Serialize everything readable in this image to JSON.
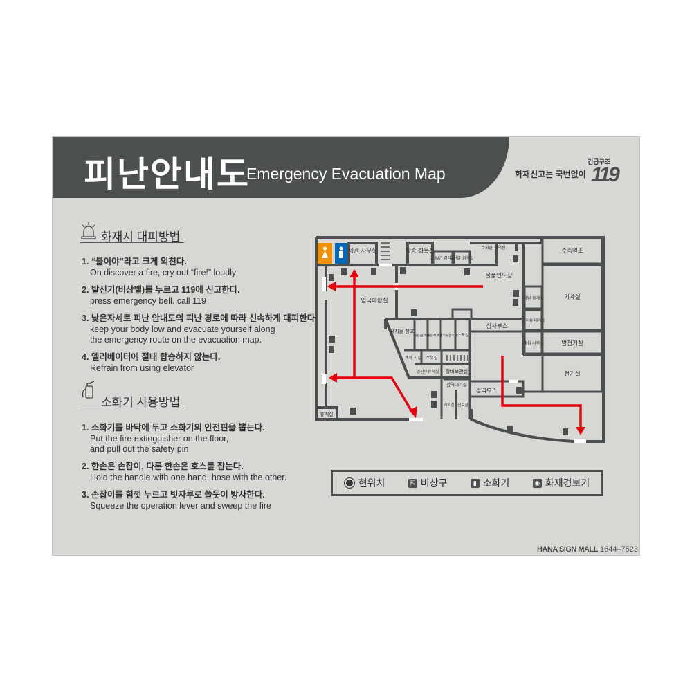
{
  "header": {
    "title_ko": "피난안내도",
    "title_en": "Emergency Evacuation Map",
    "slogan": "화재신고는 국번없이",
    "emergency_label": "긴급구조",
    "emergency_number": "119"
  },
  "colors": {
    "header_bg": "#4b4f50",
    "panel_bg": "#d7d7d3",
    "route": "#e60012",
    "women_restroom": "#f39200",
    "men_restroom": "#0068b7"
  },
  "evacuation": {
    "title": "화재시 대피방법",
    "icon": "siren-icon",
    "steps": [
      {
        "ko": "1. “불이야”라고 크게 외친다.",
        "en": "On discover a fire, cry out “fire!” loudly"
      },
      {
        "ko": "2. 발신기(비상벨)를 누르고 119에 신고한다.",
        "en": "press emergency bell. call 119"
      },
      {
        "ko": "3. 낮은자세로 피난 안내도의 피난 경로에 따라 신속하게 대피한다.",
        "en": "keep your body low and evacuate yourself along\nthe emergency route on the evacuation map."
      },
      {
        "ko": "4. 엘리베이터에 절대 탑승하지 않는다.",
        "en": "Refrain from using elevator"
      }
    ]
  },
  "extinguisher": {
    "title": "소화기 사용방법",
    "icon": "fire-extinguisher-icon",
    "steps": [
      {
        "ko": "1. 소화기를 바닥에 두고 소화기의 안전핀을 뽑는다.",
        "en": "Put the fire extinguisher on the floor,\nand pull out the safety pin"
      },
      {
        "ko": "2. 한손은 손잡이, 다른 한손은 호스를 잡는다.",
        "en": "Hold the handle with one hand, hose with the other."
      },
      {
        "ko": "3. 손잡이를 힘껏 누르고 빗자루로 쓸듯이 방사한다.",
        "en": "Squeeze the operation lever and sweep the fire"
      }
    ]
  },
  "map": {
    "rooms": {
      "customs_office": "세관 사무실",
      "cargo": "탁송 화물실",
      "xray": "X-RAY 검색실",
      "inspection": "수신물 검색실",
      "unloading": "수화물 하역장",
      "baggage_claim": "물품인도장",
      "arrival_hall": "입국대합실",
      "storage": "유치물 창고",
      "customs_search": "세관검색실",
      "customs_office2": "세관사무실",
      "quarantine": "동식물검역실",
      "disinfection": "소독실",
      "immigration": "심사부스",
      "staff_lounge": "직원 휴게실",
      "interview": "인터뷰 대기실",
      "reexam": "재심 사무실",
      "thermal": "수축열조",
      "machine": "기계실",
      "generator": "발전기실",
      "electric": "전기실",
      "mooring": "계류 시설",
      "nursing": "수유실",
      "maternity": "임산부휴게실",
      "equipment": "장비보관실",
      "quarantine_wait": "검역대기실",
      "quarantine_booth": "검역부스",
      "isolation": "격리실",
      "clinic": "진료실",
      "lounge": "휴게실"
    }
  },
  "legend": [
    {
      "icon": "current-location-icon",
      "label": "현위치"
    },
    {
      "icon": "emergency-exit-icon",
      "label": "비상구"
    },
    {
      "icon": "fire-extinguisher-icon",
      "label": "소화기"
    },
    {
      "icon": "fire-alarm-icon",
      "label": "화재경보기"
    }
  ],
  "footer": {
    "brand": "HANA SIGN MALL",
    "phone": "1644–7523"
  }
}
